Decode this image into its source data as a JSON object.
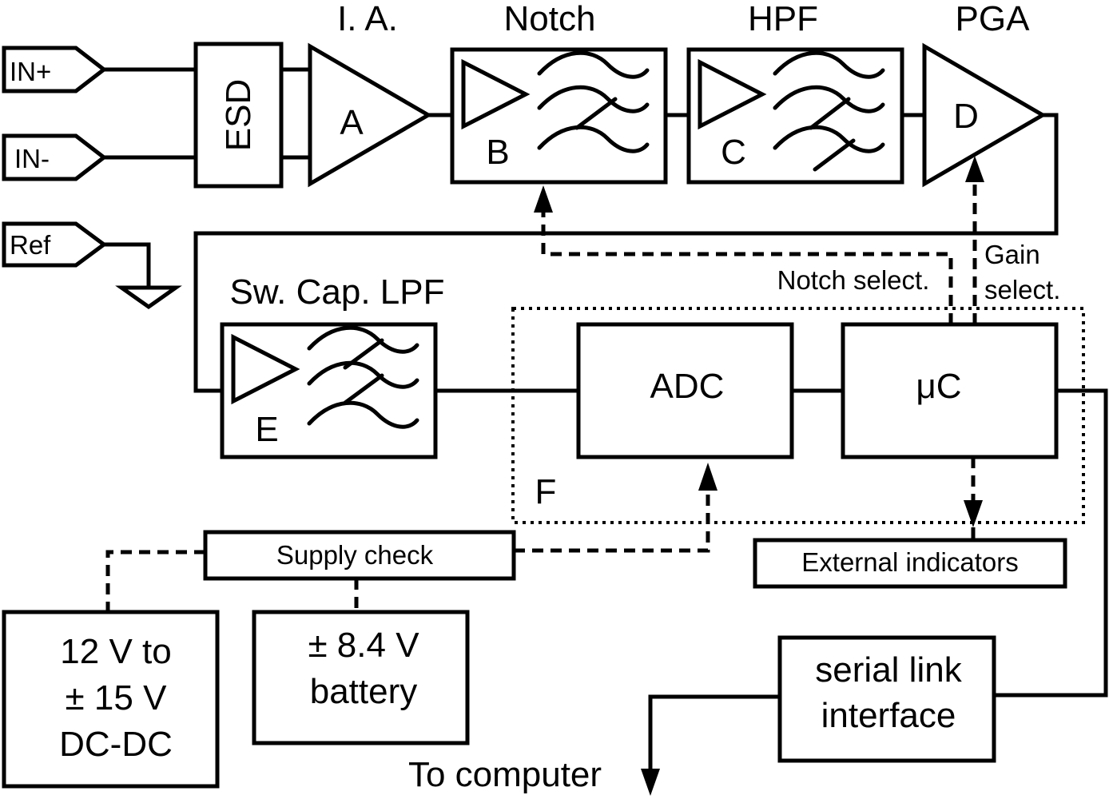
{
  "inputs": {
    "in_plus": "IN+",
    "in_minus": "IN-",
    "ref": "Ref"
  },
  "esd": "ESD",
  "stages": {
    "ia": {
      "title": "I. A.",
      "letter": "A"
    },
    "notch": {
      "title": "Notch",
      "letter": "B"
    },
    "hpf": {
      "title": "HPF",
      "letter": "C"
    },
    "pga": {
      "title": "PGA",
      "letter": "D"
    },
    "lpf": {
      "title": "Sw. Cap. LPF",
      "letter": "E"
    }
  },
  "region_f": "F",
  "adc": "ADC",
  "uc": "μC",
  "notch_select": "Notch select.",
  "gain_select": {
    "line1": "Gain",
    "line2": "select."
  },
  "supply_check": "Supply check",
  "external_indicators": "External indicators",
  "dcdc": {
    "line1": "12 V to",
    "line2": "± 15 V",
    "line3": "DC-DC"
  },
  "battery": {
    "line1": "± 8.4 V",
    "line2": "battery"
  },
  "serial": {
    "line1": "serial link",
    "line2": "interface"
  },
  "to_computer": "To computer"
}
